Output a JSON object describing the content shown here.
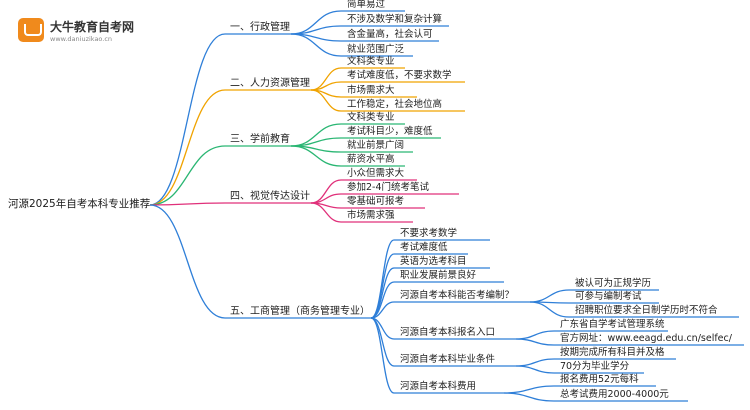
{
  "logo": {
    "title": "大牛教育自考网",
    "url": "www.daniuzikao.cn"
  },
  "root": "河源2025年自考本科专业推荐",
  "branches": [
    {
      "label": "一、行政管理",
      "color": "#2f7fd8",
      "leaves": [
        "简单易过",
        "不涉及数学和复杂计算",
        "含金量高，社会认可",
        "就业范围广泛"
      ]
    },
    {
      "label": "二、人力资源管理",
      "color": "#f0a300",
      "leaves": [
        "文科类专业",
        "考试难度低，不要求数学",
        "市场需求大",
        "工作稳定，社会地位高"
      ]
    },
    {
      "label": "三、学前教育",
      "color": "#2ab673",
      "leaves": [
        "文科类专业",
        "考试科目少，难度低",
        "就业前景广阔",
        "薪资水平高"
      ]
    },
    {
      "label": "四、视觉传达设计",
      "color": "#e0307a",
      "leaves": [
        "小众但需求大",
        "参加2-4门统考笔试",
        "零基础可报考",
        "市场需求强"
      ]
    },
    {
      "label": "五、工商管理（商务管理专业）",
      "color": "#2f7fd8",
      "leaves": [
        {
          "label": "不要求考数学"
        },
        {
          "label": "考试难度低"
        },
        {
          "label": "英语为选考科目"
        },
        {
          "label": "职业发展前景良好"
        },
        {
          "label": "河源自考本科能否考编制？",
          "children": [
            "被认可为正规学历",
            "可参与编制考试",
            "招聘职位要求全日制学历时不符合"
          ]
        },
        {
          "label": "河源自考本科报名入口",
          "children": [
            "广东省自学考试管理系统",
            "官方网址：www.eeagd.edu.cn/selfec/"
          ]
        },
        {
          "label": "河源自考本科毕业条件",
          "children": [
            "按期完成所有科目并及格",
            "70分为毕业学分"
          ]
        },
        {
          "label": "河源自考本科费用",
          "children": [
            "报名费用52元每科",
            "总考试费用2000-4000元"
          ]
        }
      ]
    }
  ]
}
